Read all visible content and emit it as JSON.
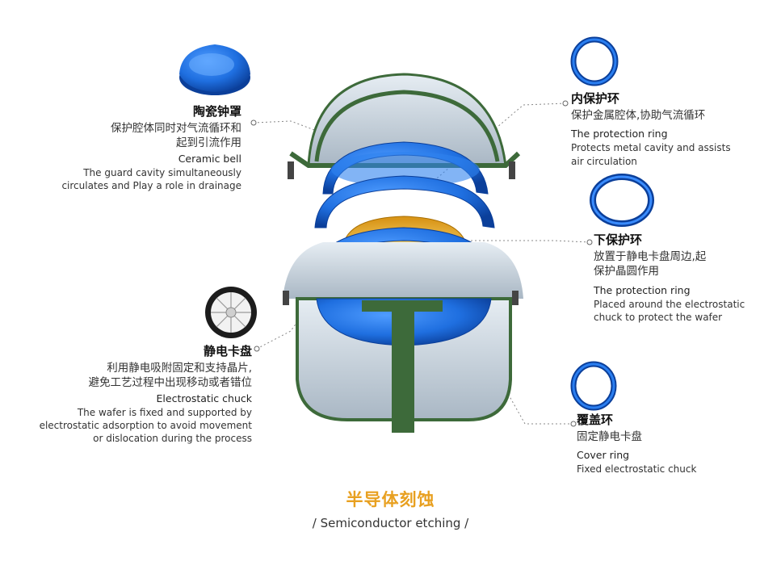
{
  "labels": {
    "ceramic_bell": {
      "zh_title": "陶瓷钟罩",
      "zh_desc_1": "保护腔体同时对气流循环和",
      "zh_desc_2": "起到引流作用",
      "en_title": "Ceramic bell",
      "en_desc_1": "The guard cavity simultaneously",
      "en_desc_2": "circulates and Play a role in drainage"
    },
    "inner_ring": {
      "zh_title": "内保护环",
      "zh_desc_1": "保护金属腔体,协助气流循环",
      "en_title": "The protection ring",
      "en_desc_1": "Protects metal cavity and assists",
      "en_desc_2": "air circulation"
    },
    "lower_ring": {
      "zh_title": "下保护环",
      "zh_desc_1": "放置于静电卡盘周边,起",
      "zh_desc_2": "保护晶圆作用",
      "en_title": "The protection ring",
      "en_desc_1": "Placed around the electrostatic",
      "en_desc_2": "chuck to protect the wafer"
    },
    "chuck": {
      "zh_title": "静电卡盘",
      "zh_desc_1": "利用静电吸附固定和支持晶片,",
      "zh_desc_2": "避免工艺过程中出现移动或者错位",
      "en_title": "Electrostatic chuck",
      "en_desc_1": "The wafer is fixed and supported by",
      "en_desc_2": "electrostatic adsorption to avoid movement",
      "en_desc_3": "or dislocation during the process"
    },
    "cover_ring": {
      "zh_title": "覆盖环",
      "zh_desc_1": "固定静电卡盘",
      "en_title": "Cover ring",
      "en_desc_1": "Fixed electrostatic chuck"
    }
  },
  "caption": {
    "zh": "半导体刻蚀",
    "en": "/ Semiconductor etching /"
  },
  "colors": {
    "blue": "#1f6fe0",
    "blue_dark": "#0b3f9a",
    "green_frame": "#3d6a3a",
    "ceramic": "#c9d3dc",
    "wafer": "#e8b02a",
    "leader": "#888888",
    "caption_zh": "#e8a020"
  }
}
